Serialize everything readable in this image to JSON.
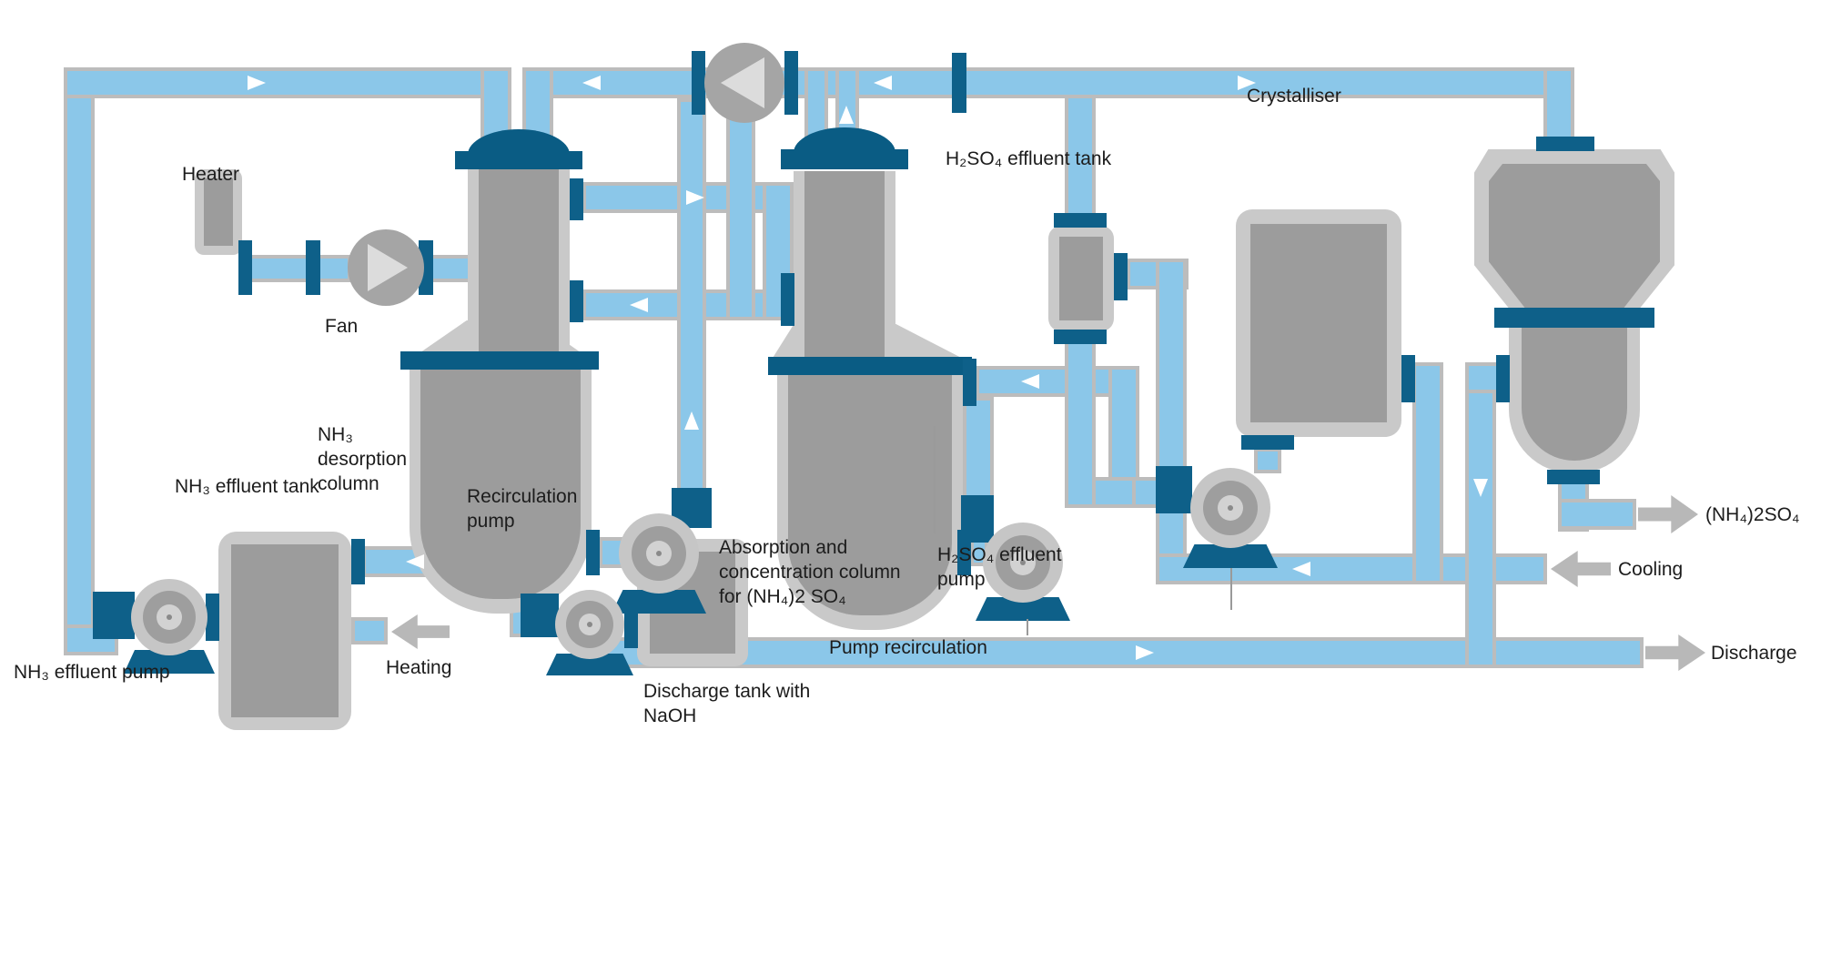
{
  "title": "Ammonia stripping and ammonium sulphate recovery process diagram",
  "colors": {
    "pipe_fill": "#8bc7e9",
    "pipe_border": "#bcbcbc",
    "vessel_fill": "#9c9c9c",
    "vessel_border": "#c9c9c9",
    "flange_teal": "#0e6089",
    "flow_arrow": "#ffffff",
    "stream_arrow": "#b8b8b8",
    "text": "#1c1c1c"
  },
  "icons": {
    "flow_arrow": "white triangle on pipe showing flow direction",
    "stream_arrow": "gray block arrow for inlet/outlet streams",
    "fan_icon": "circle with triangle rotor",
    "pump_icon": "concentric circles with teal base"
  },
  "labels": {
    "heater": "Heater",
    "fan": "Fan",
    "desorp1": "NH₃",
    "desorp2": "desorption",
    "desorp3": "column",
    "nh3_tank": "NH₃ effluent tank",
    "recirc1": "Recirculation",
    "recirc2": "pump",
    "abs1": "Absorption and",
    "abs2": "concentration column",
    "abs3": "for (NH₄)2 SO₄",
    "h2so4_pump1": "H₂SO₄ effluent",
    "h2so4_pump2": "pump",
    "pump_recirc": "Pump recirculation",
    "nh3_pump": "NH₃ effluent pump",
    "heating": "Heating",
    "naoh1": "Discharge tank with",
    "naoh2": "NaOH",
    "h2so4_tank": "H₂SO₄ effluent tank",
    "crystalliser": "Crystalliser",
    "nh42so4": "(NH₄)2SO₄",
    "cooling": "Cooling",
    "discharge": "Discharge"
  }
}
